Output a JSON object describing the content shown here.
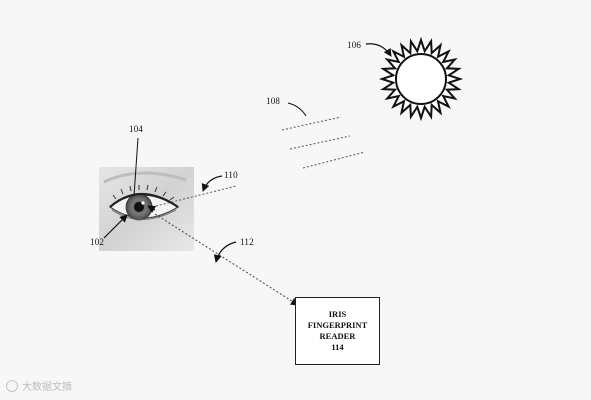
{
  "refs": {
    "sun": "106",
    "light": "108",
    "eye_top": "104",
    "eye_right": "110",
    "eye_left": "102",
    "arrow_reader": "112"
  },
  "reader": {
    "line1": "IRIS",
    "line2": "FINGERPRINT",
    "line3": "READER",
    "line4": "114"
  },
  "watermark": {
    "text": "大数据文摘"
  }
}
